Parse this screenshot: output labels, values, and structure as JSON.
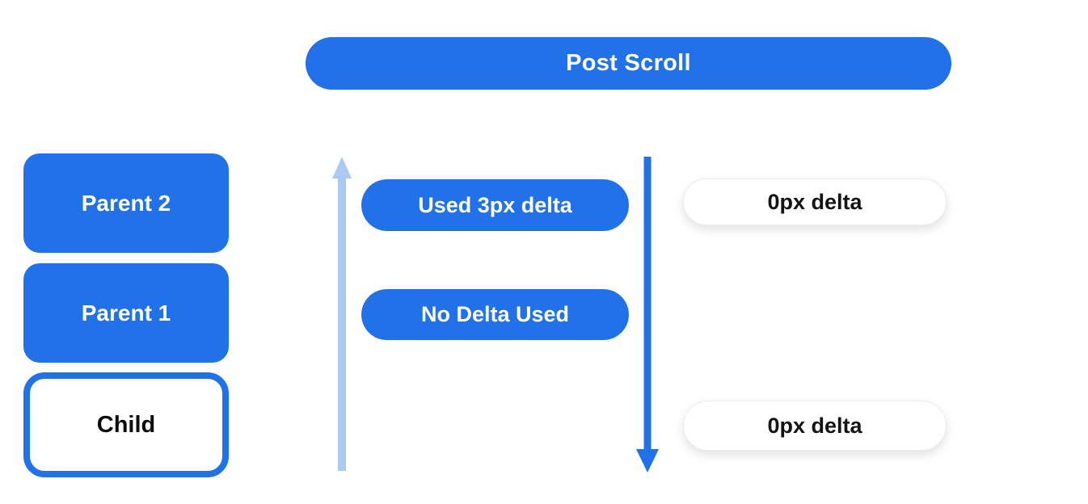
{
  "colors": {
    "primary_blue": "#2172e8",
    "light_blue": "#abc9f2",
    "white_pill_bg": "#ffffff",
    "white_pill_border": "#ededed",
    "text_on_blue": "#ffffff",
    "text_dark": "#141414"
  },
  "header": {
    "title": "Post Scroll"
  },
  "scroll_nodes": {
    "parent2_label": "Parent 2",
    "parent1_label": "Parent 1",
    "child_label": "Child"
  },
  "consumed_deltas": {
    "used_label": "Used 3px delta",
    "none_label": "No Delta Used"
  },
  "remaining_deltas": {
    "top_label": "0px delta",
    "bottom_label": "0px delta"
  },
  "arrows": {
    "up": {
      "direction": "up",
      "color": "#abc9f2"
    },
    "down": {
      "direction": "down",
      "color": "#2172e8"
    }
  }
}
